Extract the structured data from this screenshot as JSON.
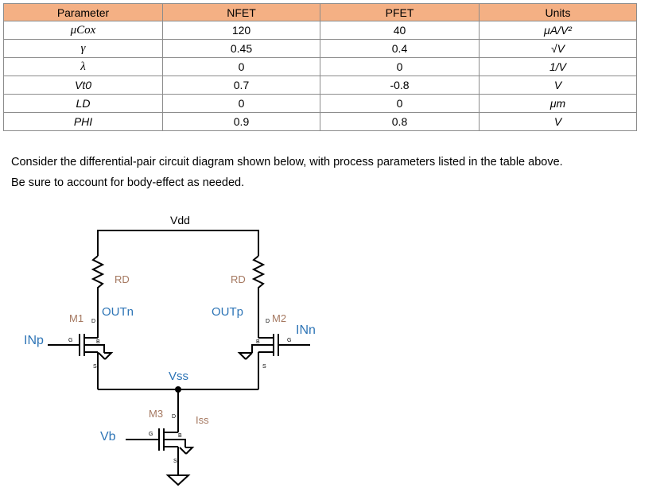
{
  "table": {
    "headers": [
      "Parameter",
      "NFET",
      "PFET",
      "Units"
    ],
    "rows": [
      {
        "param": "μCox",
        "nfet": "120",
        "pfet": "40",
        "unit": "μA/V²"
      },
      {
        "param": "γ",
        "nfet": "0.45",
        "pfet": "0.4",
        "unit": "√V"
      },
      {
        "param": "λ",
        "nfet": "0",
        "pfet": "0",
        "unit": "1/V"
      },
      {
        "param": "Vt0",
        "nfet": "0.7",
        "pfet": "-0.8",
        "unit": "V"
      },
      {
        "param": "LD",
        "nfet": "0",
        "pfet": "0",
        "unit": "μm"
      },
      {
        "param": "PHI",
        "nfet": "0.9",
        "pfet": "0.8",
        "unit": "V"
      }
    ]
  },
  "description": {
    "line1": "Consider the differential-pair circuit diagram shown below, with process parameters listed in the table above.",
    "line2": "Be sure to account for body-effect as needed."
  },
  "circuit": {
    "vdd": "Vdd",
    "vss": "Vss",
    "rd_left": "RD",
    "rd_right": "RD",
    "outn": "OUTn",
    "outp": "OUTp",
    "m1": "M1",
    "m2": "M2",
    "m3": "M3",
    "inp": "INp",
    "inn": "INn",
    "vb": "Vb",
    "iss": "Iss",
    "pin_d": "D",
    "pin_g": "G",
    "pin_b": "B",
    "pin_s": "S"
  },
  "colors": {
    "header_fill": "#f4b084",
    "blue_label": "#2e75b6",
    "brown_label": "#a57860",
    "wire": "#000000"
  }
}
